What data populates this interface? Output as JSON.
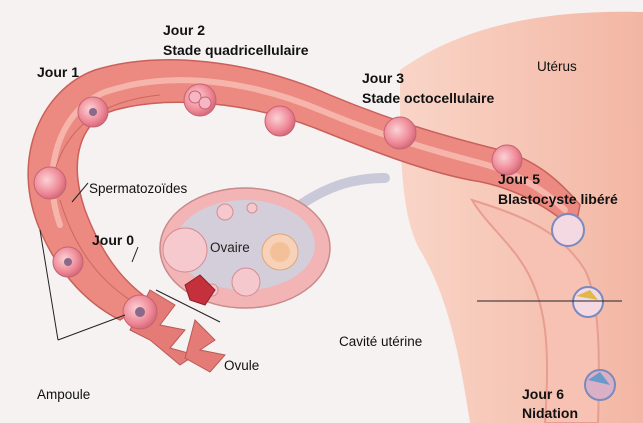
{
  "labels": {
    "day1": "Jour 1",
    "day2": "Jour 2",
    "day2_stage": "Stade quadricellulaire",
    "day3": "Jour 3",
    "day3_stage": "Stade octocellulaire",
    "day5": "Jour 5",
    "day5_stage": "Blastocyste libéré",
    "day6": "Jour 6",
    "day6_stage": "Nidation",
    "day0": "Jour 0",
    "uterus": "Utérus",
    "sperm": "Spermatozoïdes",
    "ovary": "Ovaire",
    "ovule": "Ovule",
    "cavity": "Cavité utérine",
    "ampulla": "Ampoule"
  },
  "colors": {
    "tube": "#ec8a82",
    "tube_light": "#f4b3a8",
    "uterus": "#f6c3b4",
    "ovary": "#f2b4b4",
    "cavity": "#c9c9d9",
    "cell": "#f08a98",
    "implant": "#6a9ac9"
  }
}
